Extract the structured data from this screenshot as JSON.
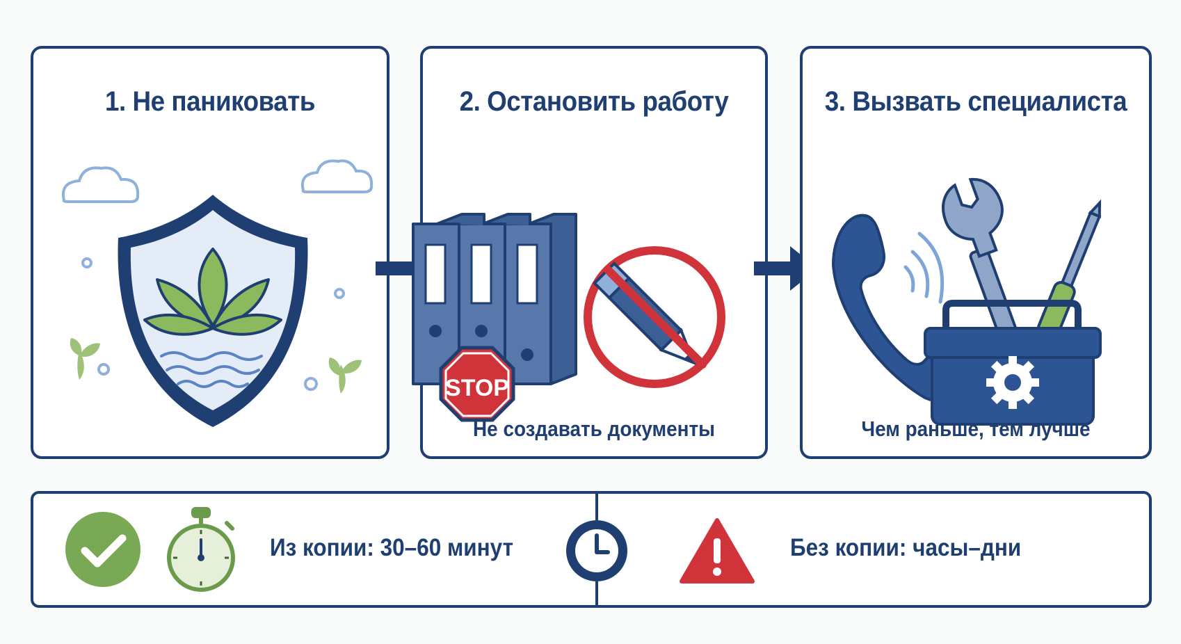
{
  "steps": [
    {
      "title": "1. Не паниковать",
      "icon": "shield-lotus-icon"
    },
    {
      "title": "2. Остановить работу",
      "icon": "binders-stop-icon",
      "caption": "Не создавать документы",
      "stop_sign": "STOP"
    },
    {
      "title": "3. Вызвать специалиста",
      "icon": "phone-toolbox-icon",
      "caption": "Чем раньше, тем лучше"
    }
  ],
  "recovery": {
    "with_backup": "Из копии: 30–60 минут",
    "without_backup": "Без копии: часы–дни"
  },
  "colors": {
    "navy": "#1f3f72",
    "green": "#7aa955",
    "red": "#d0333a",
    "light_blue": "#8fb0da"
  }
}
